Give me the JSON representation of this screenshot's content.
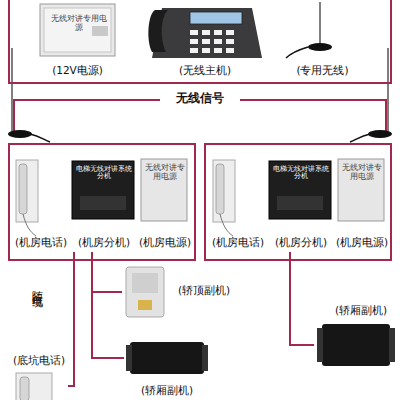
{
  "diagram": {
    "nodes": [
      {
        "text": []
      },
      {
        "text": [
          "无线对讲专用电源",
          "(12V电源)"
        ],
        "in": 0
      },
      {
        "text": [
          "(无线主机)"
        ],
        "in": 0
      },
      {
        "text": [
          "(专用无线)"
        ],
        "in": 0
      },
      {
        "text": []
      },
      {
        "text": [
          "(机房电话)"
        ],
        "in": 4
      },
      {
        "text": [
          "电梯无线对讲系统分机",
          "(机房分机)"
        ],
        "in": 4
      },
      {
        "text": [
          "无线对讲专用电源",
          "(机房电源)"
        ],
        "in": 4
      },
      {
        "text": []
      },
      {
        "text": [
          "(机房电话)"
        ],
        "in": 8
      },
      {
        "text": [
          "电梯无线对讲系统分机",
          "(机房分机)"
        ],
        "in": 8
      },
      {
        "text": [
          "无线对讲专用电源",
          "(机房电源)"
        ],
        "in": 8
      },
      {
        "text": [
          "(轿顶副机)"
        ]
      },
      {
        "text": [
          "(轿厢副机)"
        ]
      },
      {
        "text": [
          "(底坑电话)"
        ]
      },
      {
        "text": [
          "(轿厢副机)"
        ]
      }
    ],
    "edges": [
      {
        "from": 6,
        "to": 12,
        "arrow": "none"
      },
      {
        "from": 6,
        "to": 13,
        "arrow": "none"
      },
      {
        "from": 6,
        "to": 14,
        "arrow": "none"
      },
      {
        "from": 10,
        "to": 15,
        "arrow": "none"
      }
    ],
    "labels": [
      "无线信号",
      "随行电缆"
    ]
  }
}
